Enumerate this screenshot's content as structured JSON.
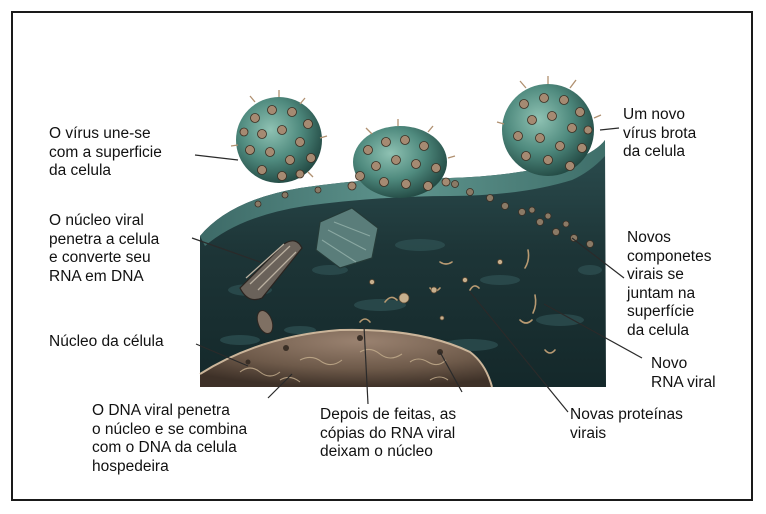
{
  "labels": {
    "virus_attaches": "O vírus une-se\ncom a superficie\nda celula",
    "new_virus_buds": "Um novo\nvírus brota\nda celula",
    "viral_core_enters": "O núcleo viral\npenetra a celula\ne converte seu\nRNA em DNA",
    "new_components": "Novos\ncomponetes\nvirais se\njuntam na\nsuperfície\nda celula",
    "cell_nucleus": "Núcleo da célula",
    "new_viral_rna": "Novo\nRNA viral",
    "viral_dna_enters": "O DNA viral penetra\no núcleo e se combina\ncom o DNA da celula\nhospedeira",
    "rna_copies_leave": "Depois de feitas, as\ncópias do RNA viral\ndeixam o núcleo",
    "new_viral_proteins": "Novas proteínas\nvirais"
  },
  "colors": {
    "label_text": "#111111",
    "leader_line": "#2a2a2a",
    "cytoplasm": "#1e3a3c",
    "membrane": "#4d7e79",
    "virus": "#4f8a7e",
    "spike": "#a58a72",
    "nucleus": "#6e5a4a"
  }
}
